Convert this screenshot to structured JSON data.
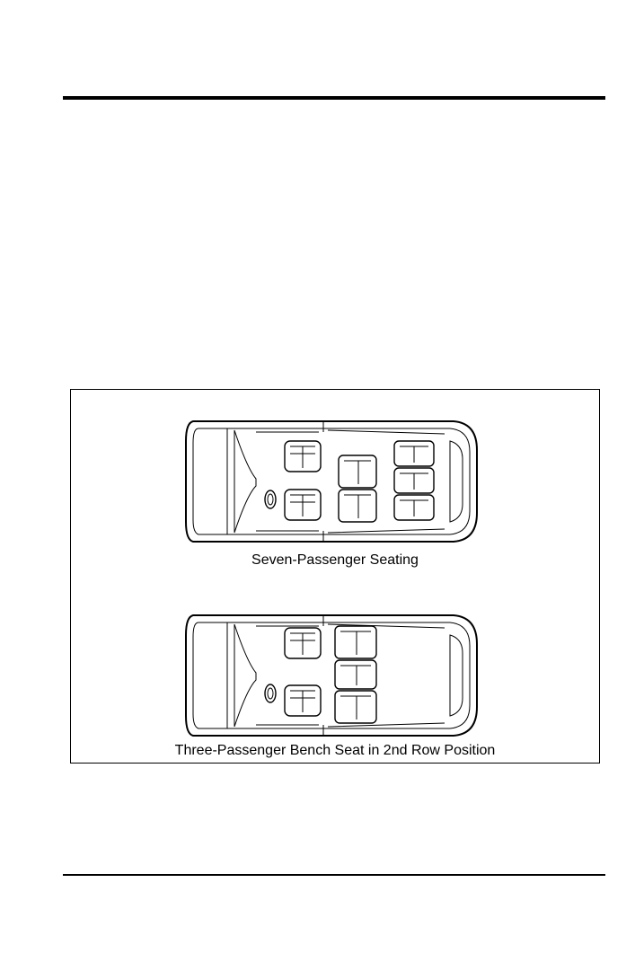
{
  "figure": {
    "captions": [
      "Seven-Passenger Seating",
      "Three-Passenger Bench Seat in 2nd Row Position"
    ],
    "illustrations": [
      "seven-passenger-van-top-view",
      "three-passenger-bench-van-top-view"
    ]
  }
}
